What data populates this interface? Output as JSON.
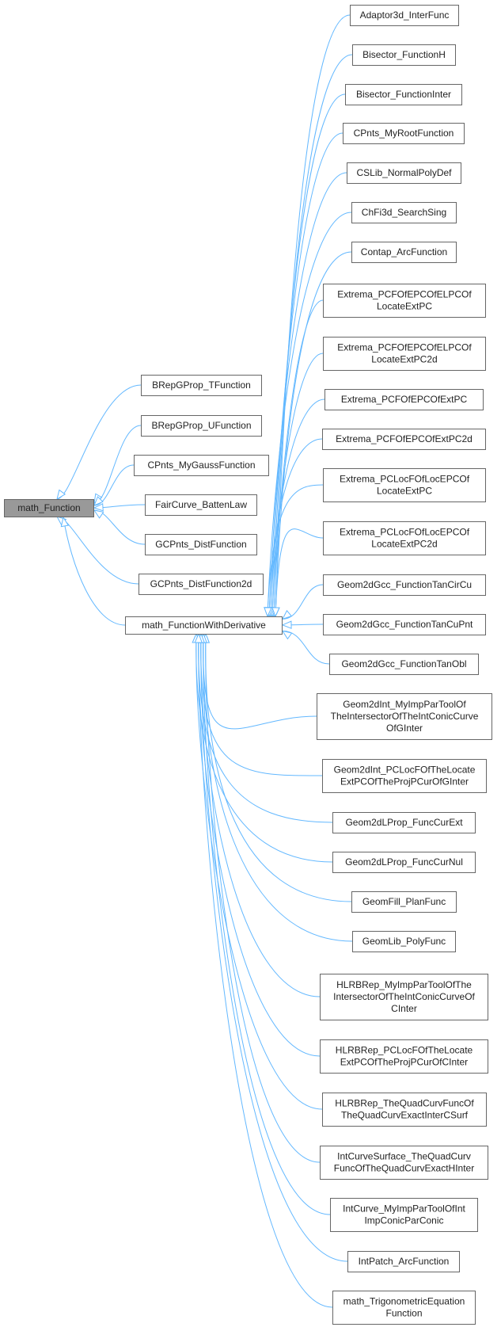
{
  "diagram": {
    "title": "Inheritance graph of math_Function",
    "edge_color": "#63b8ff",
    "root": {
      "label": [
        "math_Function"
      ]
    },
    "derivative": {
      "label": [
        "math_FunctionWithDerivative"
      ]
    },
    "direct_children": [
      {
        "label": [
          "BRepGProp_TFunction"
        ]
      },
      {
        "label": [
          "BRepGProp_UFunction"
        ]
      },
      {
        "label": [
          "CPnts_MyGaussFunction"
        ]
      },
      {
        "label": [
          "FairCurve_BattenLaw"
        ]
      },
      {
        "label": [
          "GCPnts_DistFunction"
        ]
      },
      {
        "label": [
          "GCPnts_DistFunction2d"
        ]
      }
    ],
    "derivative_children": [
      {
        "label": [
          "Adaptor3d_InterFunc"
        ]
      },
      {
        "label": [
          "Bisector_FunctionH"
        ]
      },
      {
        "label": [
          "Bisector_FunctionInter"
        ]
      },
      {
        "label": [
          "CPnts_MyRootFunction"
        ]
      },
      {
        "label": [
          "CSLib_NormalPolyDef"
        ]
      },
      {
        "label": [
          "ChFi3d_SearchSing"
        ]
      },
      {
        "label": [
          "Contap_ArcFunction"
        ]
      },
      {
        "label": [
          "Extrema_PCFOfEPCOfELPCOf",
          "LocateExtPC"
        ]
      },
      {
        "label": [
          "Extrema_PCFOfEPCOfELPCOf",
          "LocateExtPC2d"
        ]
      },
      {
        "label": [
          "Extrema_PCFOfEPCOfExtPC"
        ]
      },
      {
        "label": [
          "Extrema_PCFOfEPCOfExtPC2d"
        ]
      },
      {
        "label": [
          "Extrema_PCLocFOfLocEPCOf",
          "LocateExtPC"
        ]
      },
      {
        "label": [
          "Extrema_PCLocFOfLocEPCOf",
          "LocateExtPC2d"
        ]
      },
      {
        "label": [
          "Geom2dGcc_FunctionTanCirCu"
        ]
      },
      {
        "label": [
          "Geom2dGcc_FunctionTanCuPnt"
        ]
      },
      {
        "label": [
          "Geom2dGcc_FunctionTanObl"
        ]
      },
      {
        "label": [
          "Geom2dInt_MyImpParToolOf",
          "TheIntersectorOfTheIntConicCurve",
          "OfGInter"
        ]
      },
      {
        "label": [
          "Geom2dInt_PCLocFOfTheLocate",
          "ExtPCOfTheProjPCurOfGInter"
        ]
      },
      {
        "label": [
          "Geom2dLProp_FuncCurExt"
        ]
      },
      {
        "label": [
          "Geom2dLProp_FuncCurNul"
        ]
      },
      {
        "label": [
          "GeomFill_PlanFunc"
        ]
      },
      {
        "label": [
          "GeomLib_PolyFunc"
        ]
      },
      {
        "label": [
          "HLRBRep_MyImpParToolOfThe",
          "IntersectorOfTheIntConicCurveOf",
          "CInter"
        ]
      },
      {
        "label": [
          "HLRBRep_PCLocFOfTheLocate",
          "ExtPCOfTheProjPCurOfCInter"
        ]
      },
      {
        "label": [
          "HLRBRep_TheQuadCurvFuncOf",
          "TheQuadCurvExactInterCSurf"
        ]
      },
      {
        "label": [
          "IntCurveSurface_TheQuadCurv",
          "FuncOfTheQuadCurvExactHInter"
        ]
      },
      {
        "label": [
          "IntCurve_MyImpParToolOfInt",
          "ImpConicParConic"
        ]
      },
      {
        "label": [
          "IntPatch_ArcFunction"
        ]
      },
      {
        "label": [
          "math_TrigonometricEquation",
          "Function"
        ]
      }
    ]
  }
}
